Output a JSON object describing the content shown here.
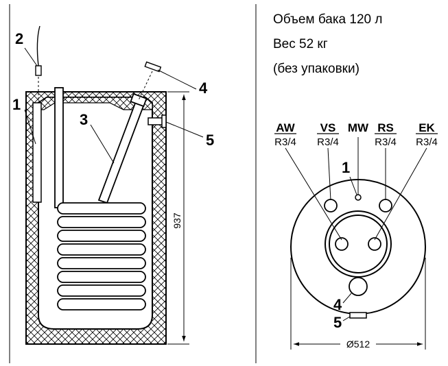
{
  "specs": {
    "volume": "Объем бака 120 л",
    "weight": "Вес 52 кг",
    "note": "(без упаковки)"
  },
  "side_view": {
    "labels": [
      "1",
      "2",
      "3",
      "4",
      "5"
    ],
    "height_dimension": "937"
  },
  "top_view": {
    "connections": [
      {
        "code": "AW",
        "thread": "R3/4"
      },
      {
        "code": "VS",
        "thread": "R3/4"
      },
      {
        "code": "MW",
        "thread": ""
      },
      {
        "code": "RS",
        "thread": "R3/4"
      },
      {
        "code": "EK",
        "thread": "R3/4"
      }
    ],
    "labels": [
      "1",
      "4",
      "5"
    ],
    "diameter_dimension": "Ø512"
  }
}
